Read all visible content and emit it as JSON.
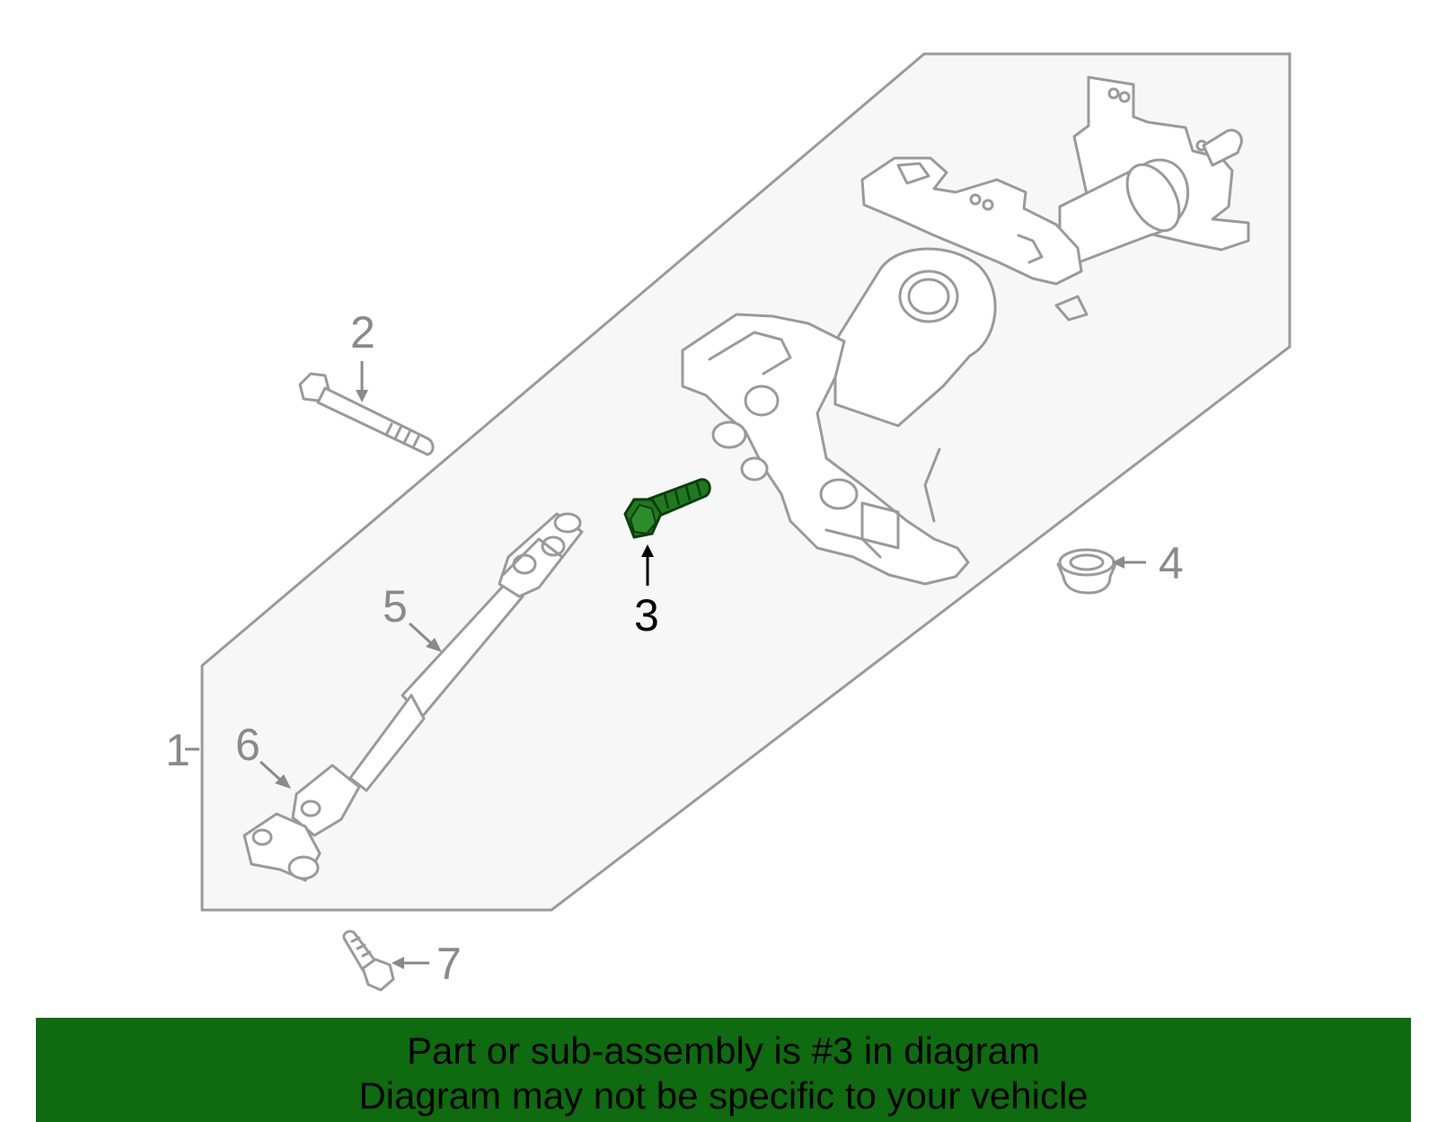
{
  "diagram": {
    "callouts": [
      "1",
      "2",
      "3",
      "4",
      "5",
      "6",
      "7"
    ],
    "highlighted_part": "3",
    "colors": {
      "highlight": "#1f7a1f",
      "outline": "#9a9a9a",
      "panel": "#f7f7f7",
      "banner": "#0f6b0f"
    }
  },
  "banner": {
    "line1": "Part or sub-assembly is #3 in diagram",
    "line2": "Diagram may not be specific to your vehicle"
  }
}
